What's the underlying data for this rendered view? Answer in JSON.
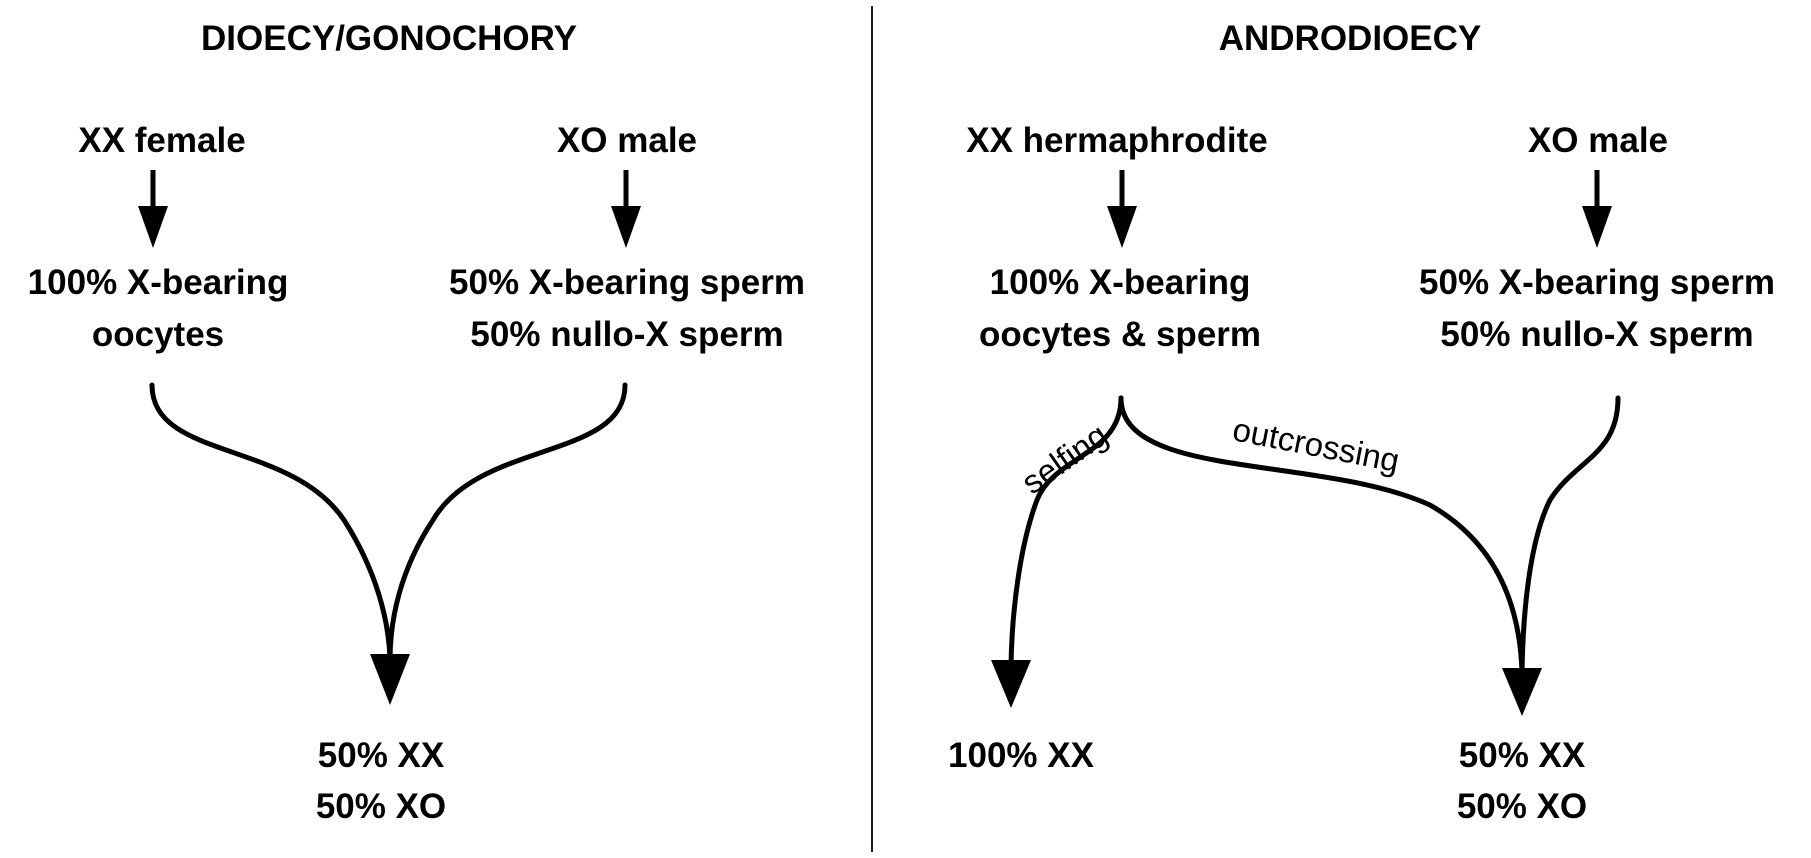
{
  "left_panel": {
    "title": "DIOECY/GONOCHORY",
    "parent1": {
      "label": "XX female"
    },
    "parent2": {
      "label": "XO male"
    },
    "gamete1": {
      "line1": "100% X-bearing",
      "line2": "oocytes"
    },
    "gamete2": {
      "line1": "50% X-bearing sperm",
      "line2": "50% nullo-X sperm"
    },
    "offspring": {
      "line1": "50% XX",
      "line2": "50% XO"
    }
  },
  "right_panel": {
    "title": "ANDRODIOECY",
    "parent1": {
      "label": "XX hermaphrodite"
    },
    "parent2": {
      "label": "XO male"
    },
    "gamete1": {
      "line1": "100% X-bearing",
      "line2": "oocytes & sperm"
    },
    "gamete2": {
      "line1": "50% X-bearing sperm",
      "line2": "50% nullo-X sperm"
    },
    "selfing_label": "selfing",
    "outcrossing_label": "outcrossing",
    "selfing_offspring": {
      "line1": "100% XX"
    },
    "outcross_offspring": {
      "line1": "50% XX",
      "line2": "50% XO"
    }
  }
}
